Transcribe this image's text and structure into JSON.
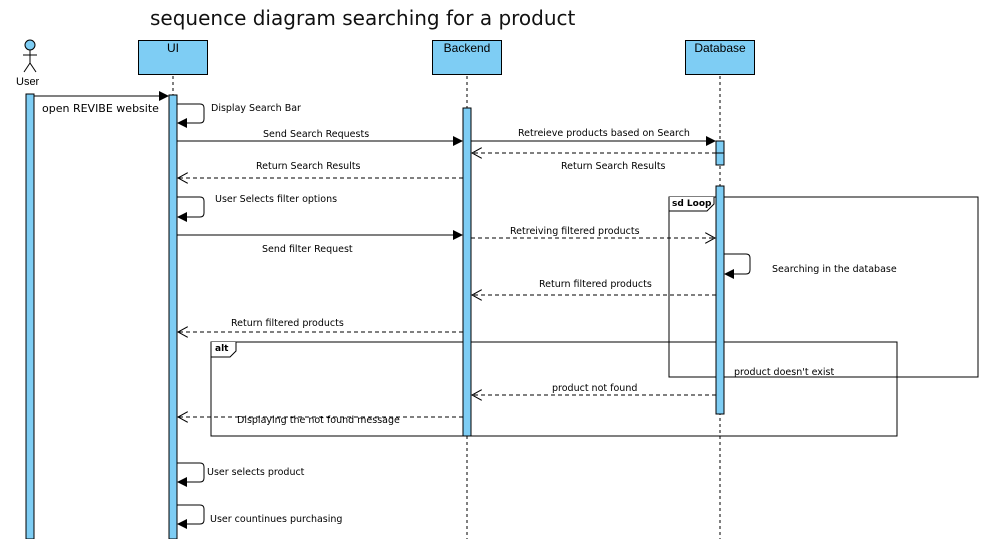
{
  "title": "sequence diagram searching for a product",
  "participants": {
    "user": "User",
    "ui": "UI",
    "backend": "Backend",
    "database": "Database"
  },
  "messages": {
    "open_website": "open REVIBE website",
    "display_search_bar": "Display Search Bar",
    "send_search_requests": "Send Search Requests",
    "retrieve_products": "Retreieve products based on Search",
    "return_search_results_db": "Return Search Results",
    "return_search_results_ui": "Return Search Results",
    "user_selects_filter": "User Selects filter options",
    "retrieving_filtered": "Retreiving filtered products",
    "send_filter_request": "Send filter Request",
    "searching_db": "Searching in the database",
    "return_filtered_db": "Return filtered products",
    "return_filtered_ui": "Return filtered products",
    "product_doesnt_exist": "product doesn't exist",
    "product_not_found": "product not found",
    "displaying_not_found": "Displaying the not found message",
    "user_selects_product": "User selects product",
    "user_continues": "User countinues purchasing"
  },
  "frames": {
    "loop": "sd Loop",
    "alt": "alt"
  },
  "colors": {
    "activation": "#7ecdf4",
    "line": "#000000"
  }
}
